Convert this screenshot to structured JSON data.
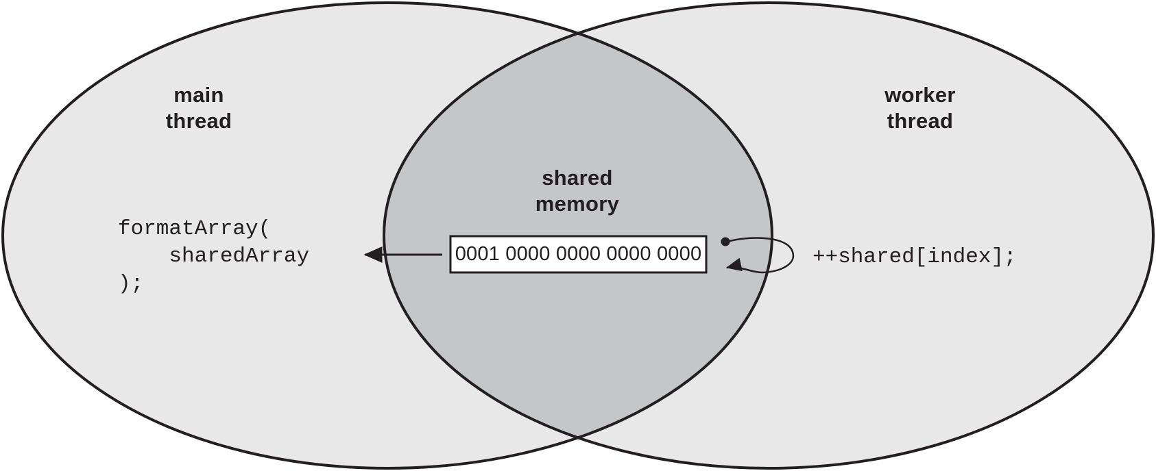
{
  "diagram": {
    "type": "venn",
    "labels": {
      "main": "main\nthread",
      "worker": "worker\nthread",
      "center": "shared\nmemory"
    },
    "memory": {
      "value": "0001 0000 0000 0000 0000"
    },
    "code": {
      "main": "formatArray(\n    sharedArray\n);",
      "worker": "++shared[index];"
    },
    "colors": {
      "ellipse_fill": "#e8e8e9",
      "overlap_fill": "#c5c6c8",
      "outline": "#231f20",
      "memory_box_fill": "#ffffff",
      "text": "#231f20"
    }
  }
}
